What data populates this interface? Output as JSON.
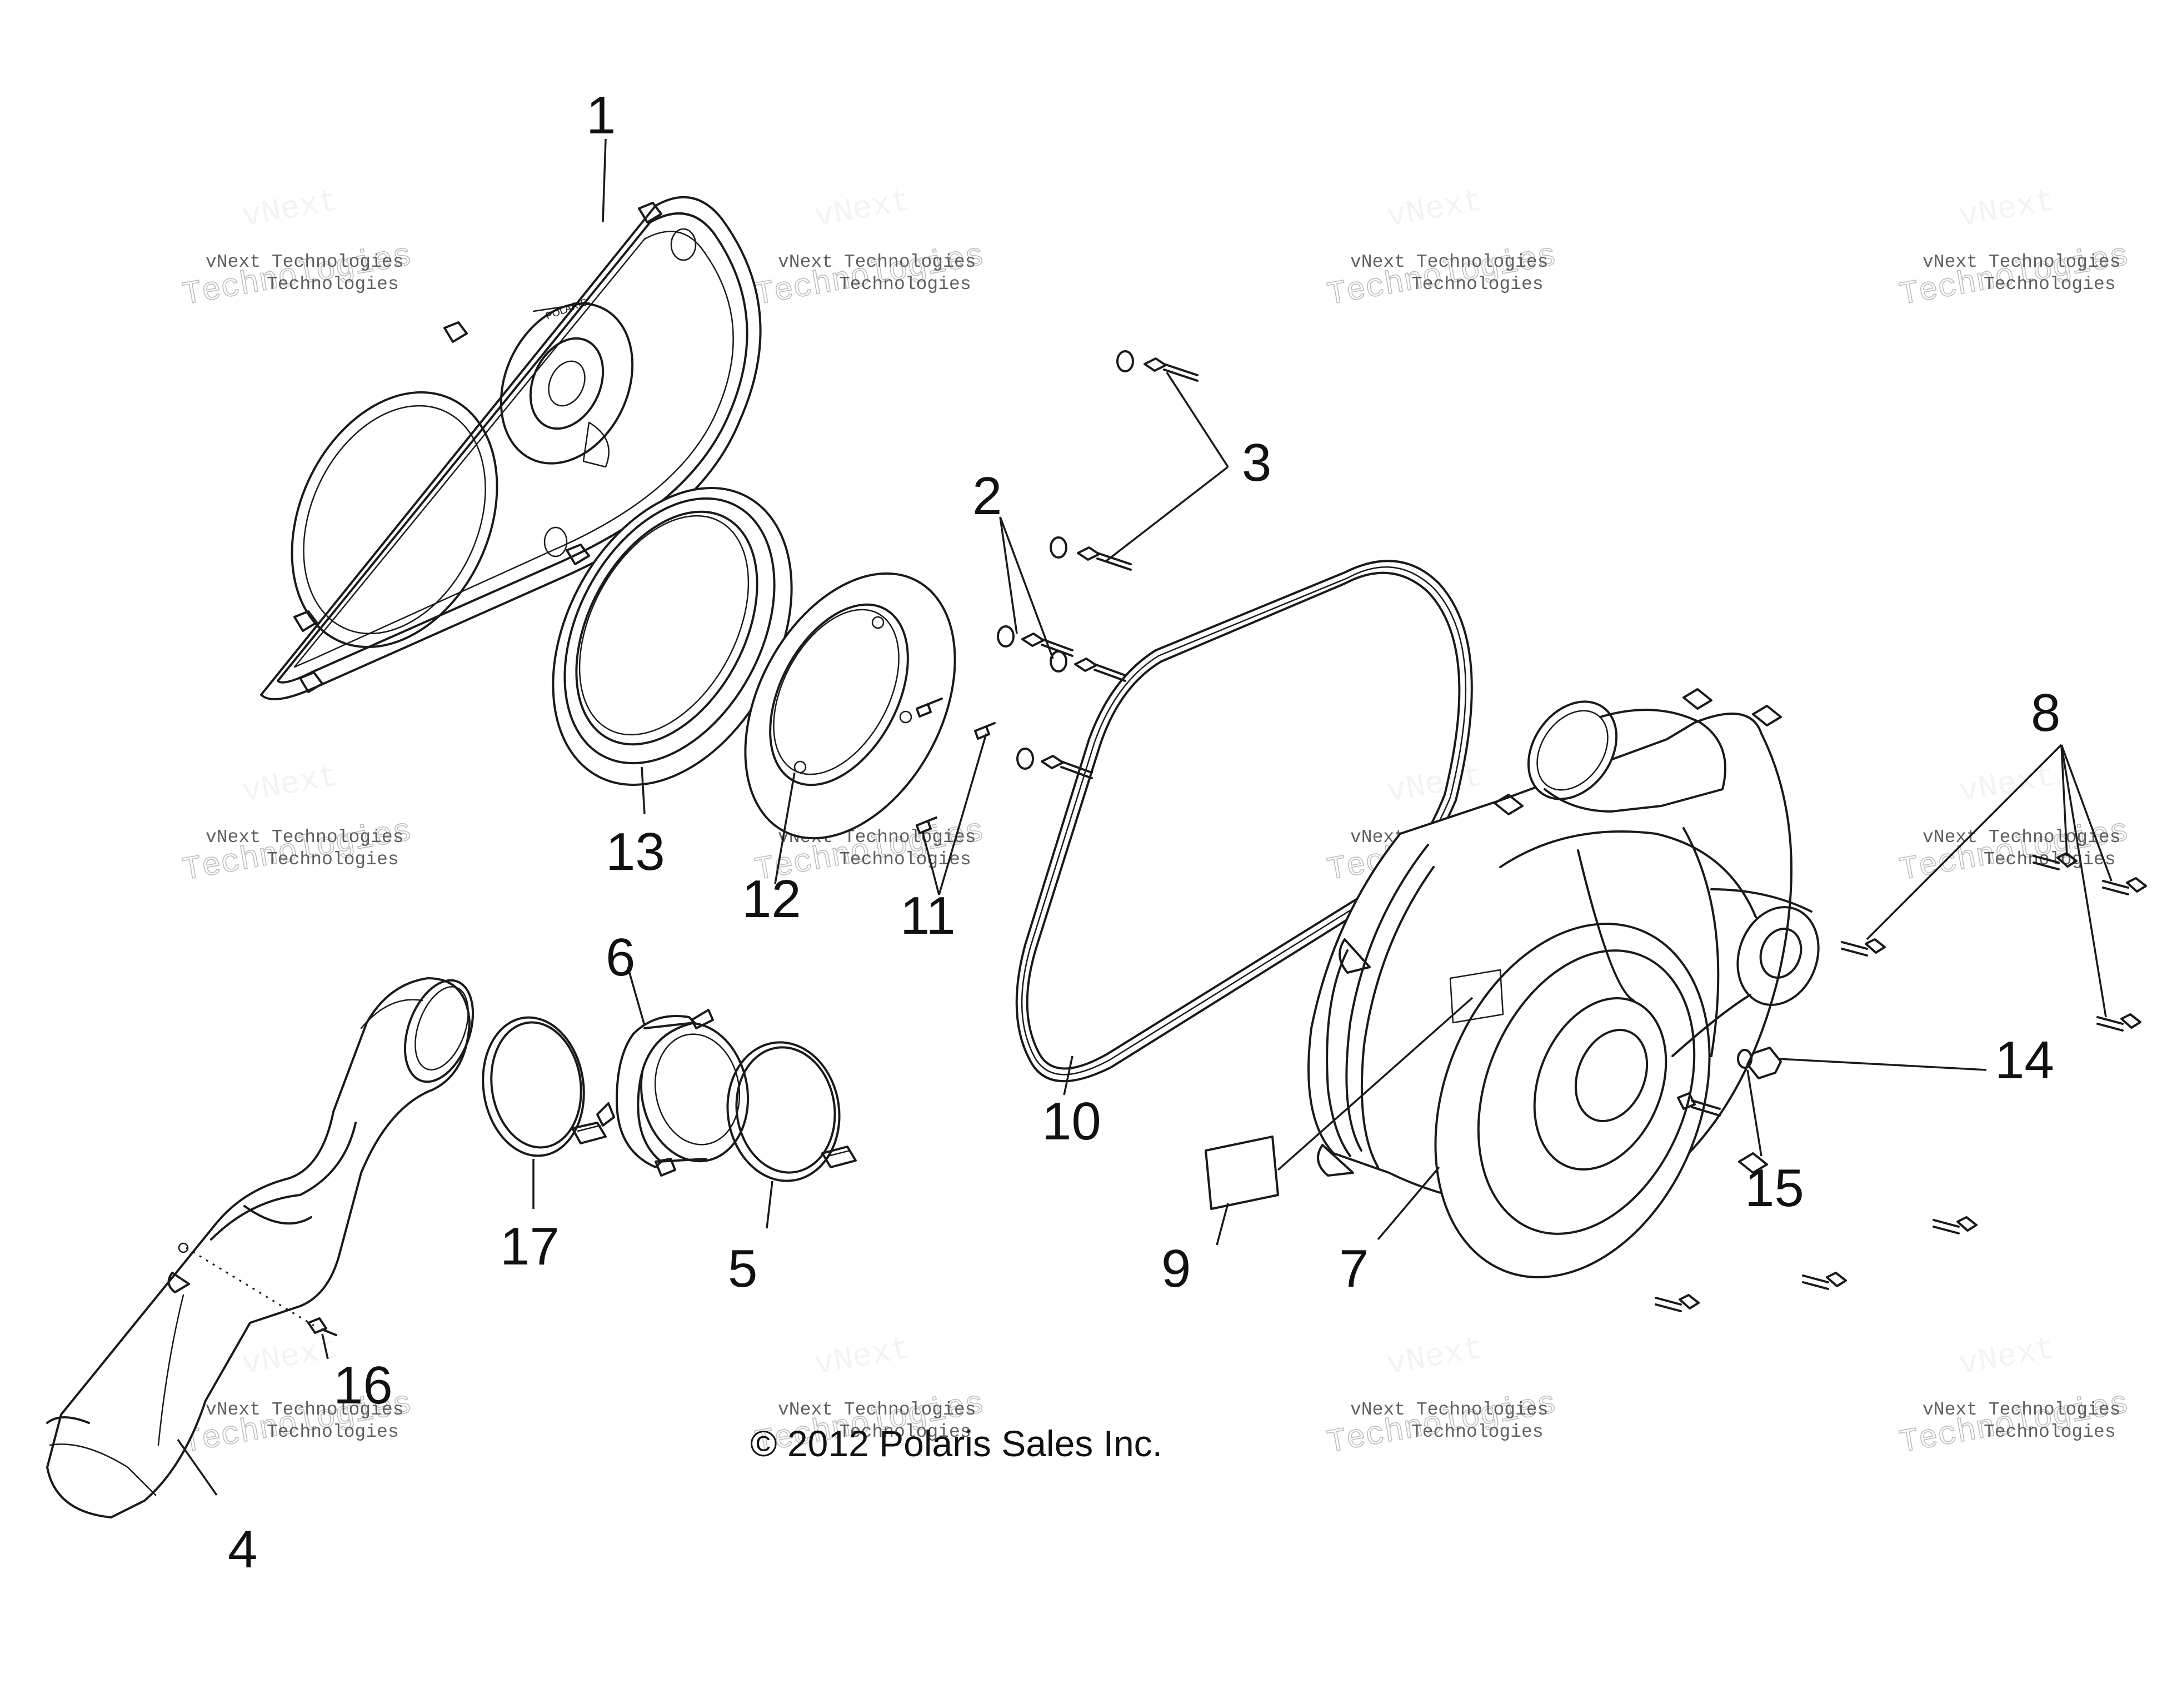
{
  "callouts": [
    {
      "label": "1"
    },
    {
      "label": "2"
    },
    {
      "label": "3"
    },
    {
      "label": "4"
    },
    {
      "label": "5"
    },
    {
      "label": "6"
    },
    {
      "label": "7"
    },
    {
      "label": "8"
    },
    {
      "label": "9"
    },
    {
      "label": "10"
    },
    {
      "label": "11"
    },
    {
      "label": "12"
    },
    {
      "label": "13"
    },
    {
      "label": "14"
    },
    {
      "label": "15"
    },
    {
      "label": "16"
    },
    {
      "label": "17"
    }
  ],
  "copyright": "© 2012 Polaris Sales Inc.",
  "watermark": {
    "line1": "vNext Technologies",
    "line2": "vNext",
    "line3": "Technologies"
  }
}
